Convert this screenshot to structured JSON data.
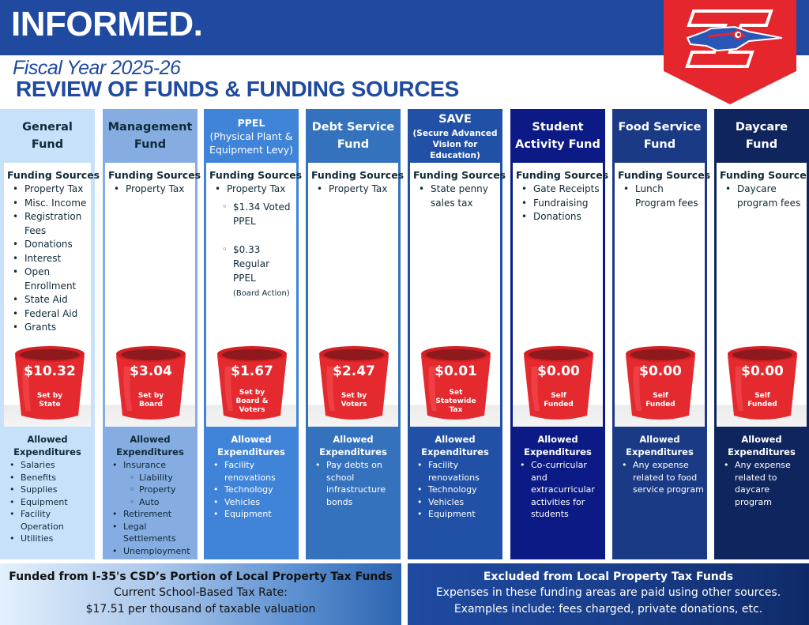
{
  "header": {
    "brand": "INFORMED.",
    "fiscal_year": "Fiscal Year 2025-26",
    "title": "REVIEW OF FUNDS & FUNDING SOURCES"
  },
  "colors": {
    "brand_blue": "#1f4aa0",
    "logo_red": "#e5262c",
    "bucket_red": "#e52a2f"
  },
  "labels": {
    "funding_sources": "Funding Sources",
    "allowed_1": "Allowed",
    "allowed_2": "Expenditures"
  },
  "funds": [
    {
      "name_line1": "General",
      "name_line2": "Fund",
      "sources": [
        "Property Tax",
        "Misc. Income",
        "Registration Fees",
        "Donations",
        "Interest",
        "Open Enrollment",
        "State Aid",
        "Federal Aid",
        "Grants"
      ],
      "rate": "$10.32",
      "set_by_1": "Set by",
      "set_by_2": "State",
      "expenditures": [
        "Salaries",
        "Benefits",
        "Supplies",
        "Equipment",
        "Facility Operation",
        "Utilities"
      ]
    },
    {
      "name_line1": "Management",
      "name_line2": "Fund",
      "sources": [
        "Property Tax"
      ],
      "rate": "$3.04",
      "set_by_1": "Set by",
      "set_by_2": "Board",
      "expenditures": [
        "Insurance",
        "Retirement",
        "Legal Settlements",
        "Unemployment"
      ],
      "insurance_sub": [
        "Liability",
        "Property",
        "Auto"
      ]
    },
    {
      "name_line1": "PPEL",
      "name_line2": "(Physical Plant &",
      "name_line3": "Equipment Levy)",
      "sources": [
        "Property Tax"
      ],
      "sub_sources": [
        "$1.34 Voted PPEL",
        "$0.33 Regular PPEL"
      ],
      "sub_note": "(Board Action)",
      "rate": "$1.67",
      "set_by_1": "Set by",
      "set_by_2": "Board &",
      "set_by_3": "Voters",
      "expenditures": [
        "Facility renovations",
        "Technology",
        "Vehicles",
        "Equipment"
      ]
    },
    {
      "name_line1": "Debt Service",
      "name_line2": "Fund",
      "sources": [
        "Property Tax"
      ],
      "rate": "$2.47",
      "set_by_1": "Set by",
      "set_by_2": "Voters",
      "expenditures": [
        "Pay debts on school infrastructure bonds"
      ]
    },
    {
      "name_line1": "SAVE",
      "name_line2": "(Secure Advanced",
      "name_line3": "Vision for Education)",
      "sources": [
        "State penny sales tax"
      ],
      "rate": "$0.01",
      "set_by_1": "Set",
      "set_by_2": "Statewide",
      "set_by_3": "Tax",
      "expenditures": [
        "Facility renovations",
        "Technology",
        "Vehicles",
        "Equipment"
      ]
    },
    {
      "name_line1": "Student",
      "name_line2": "Activity Fund",
      "sources": [
        "Gate Receipts",
        "Fundraising",
        "Donations"
      ],
      "rate": "$0.00",
      "set_by_1": "Self",
      "set_by_2": "Funded",
      "expenditures": [
        "Co-curricular and extracurricular activities for students"
      ]
    },
    {
      "name_line1": "Food Service",
      "name_line2": "Fund",
      "sources": [
        "Lunch Program fees"
      ],
      "rate": "$0.00",
      "set_by_1": "Self",
      "set_by_2": "Funded",
      "expenditures": [
        "Any expense related to food service program"
      ]
    },
    {
      "name_line1": "Daycare",
      "name_line2": "Fund",
      "sources": [
        "Daycare program fees"
      ],
      "rate": "$0.00",
      "set_by_1": "Self",
      "set_by_2": "Funded",
      "expenditures": [
        "Any expense related to daycare program"
      ]
    }
  ],
  "banner_left": {
    "title": "Funded from I-35's CSD’s Portion of Local Property Tax Funds",
    "line1": "Current School-Based Tax Rate:",
    "line2": "$17.51 per thousand of taxable valuation"
  },
  "banner_right": {
    "title": "Excluded from Local Property Tax Funds",
    "line1": "Expenses in these funding areas are paid using other sources.",
    "line2": "Examples include: fees charged, private donations, etc."
  }
}
